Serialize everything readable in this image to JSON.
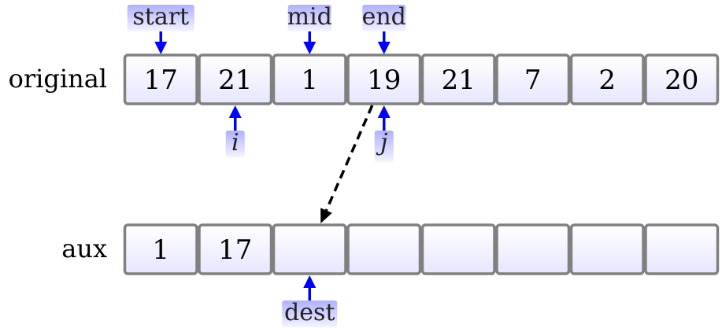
{
  "rows": [
    {
      "name": "original",
      "values": [
        "17",
        "21",
        "1",
        "19",
        "21",
        "7",
        "2",
        "20"
      ]
    },
    {
      "name": "aux",
      "values": [
        "1",
        "17",
        "",
        "",
        "",
        "",
        "",
        ""
      ]
    }
  ],
  "pointers": [
    {
      "label": "start",
      "row": 0,
      "index": 0,
      "side": "top",
      "italic": false
    },
    {
      "label": "mid",
      "row": 0,
      "index": 2,
      "side": "top",
      "italic": false
    },
    {
      "label": "end",
      "row": 0,
      "index": 3,
      "side": "top",
      "italic": false
    },
    {
      "label": "i",
      "row": 0,
      "index": 1,
      "side": "bottom",
      "italic": true
    },
    {
      "label": "j",
      "row": 0,
      "index": 3,
      "side": "bottom",
      "italic": true
    },
    {
      "label": "dest",
      "row": 1,
      "index": 2,
      "side": "bottom",
      "italic": false
    }
  ],
  "copy_arrow": {
    "from": {
      "row": 0,
      "index": 3
    },
    "to": {
      "row": 1,
      "index": 2
    },
    "style": "dashed"
  },
  "colors": {
    "pointer": "#0000ff",
    "cell_border": "#808080",
    "cell_fill_bottom": "#e6e6ff",
    "tag_fill_top": "#b0b0ff"
  }
}
